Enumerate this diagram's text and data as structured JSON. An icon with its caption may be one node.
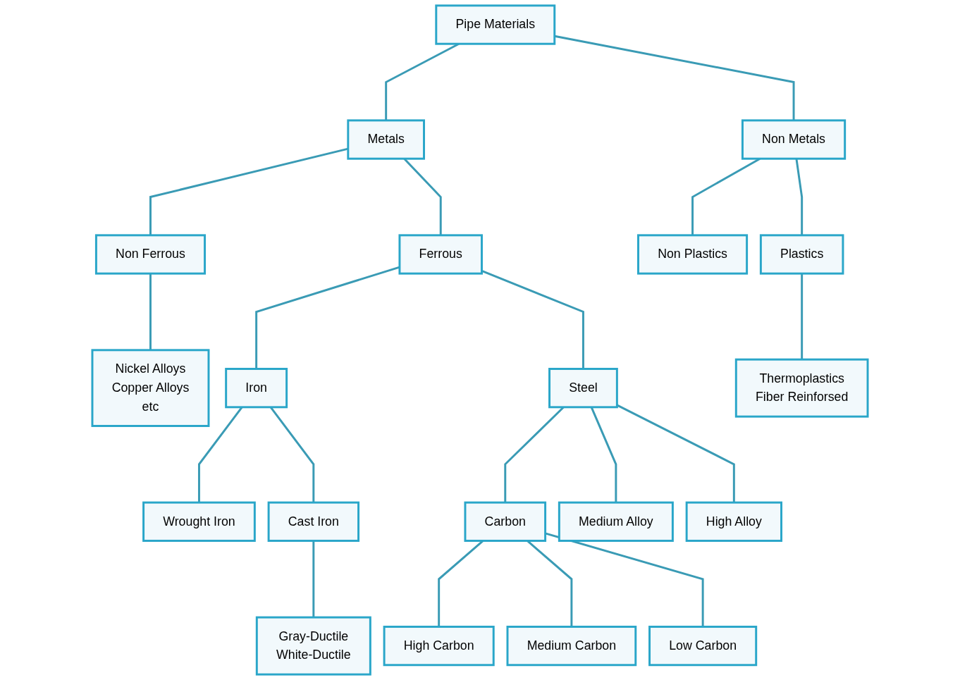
{
  "diagram": {
    "nodes": [
      {
        "text": [
          "Pipe Materials"
        ]
      },
      {
        "text": [
          "Metals"
        ]
      },
      {
        "text": [
          "Non Metals"
        ]
      },
      {
        "text": [
          "Non Ferrous"
        ]
      },
      {
        "text": [
          "Ferrous"
        ]
      },
      {
        "text": [
          "Non Plastics"
        ]
      },
      {
        "text": [
          "Plastics"
        ]
      },
      {
        "text": [
          "Nickel Alloys",
          "Copper Alloys",
          "etc"
        ]
      },
      {
        "text": [
          "Iron"
        ]
      },
      {
        "text": [
          "Steel"
        ]
      },
      {
        "text": [
          "Thermoplastics",
          "Fiber Reinforsed"
        ]
      },
      {
        "text": [
          "Wrought Iron"
        ]
      },
      {
        "text": [
          "Cast Iron"
        ]
      },
      {
        "text": [
          "Carbon"
        ]
      },
      {
        "text": [
          "Medium Alloy"
        ]
      },
      {
        "text": [
          "High Alloy"
        ]
      },
      {
        "text": [
          "Gray-Ductile",
          "White-Ductile"
        ]
      },
      {
        "text": [
          "High Carbon"
        ]
      },
      {
        "text": [
          "Medium Carbon"
        ]
      },
      {
        "text": [
          "Low Carbon"
        ]
      }
    ],
    "edges": [
      {
        "from": 0,
        "to": 1,
        "arrow": "none"
      },
      {
        "from": 0,
        "to": 2,
        "arrow": "none"
      },
      {
        "from": 1,
        "to": 3,
        "arrow": "none"
      },
      {
        "from": 1,
        "to": 4,
        "arrow": "none"
      },
      {
        "from": 2,
        "to": 5,
        "arrow": "none"
      },
      {
        "from": 2,
        "to": 6,
        "arrow": "none"
      },
      {
        "from": 3,
        "to": 7,
        "arrow": "none"
      },
      {
        "from": 4,
        "to": 8,
        "arrow": "none"
      },
      {
        "from": 4,
        "to": 9,
        "arrow": "none"
      },
      {
        "from": 6,
        "to": 10,
        "arrow": "none"
      },
      {
        "from": 8,
        "to": 11,
        "arrow": "none"
      },
      {
        "from": 8,
        "to": 12,
        "arrow": "none"
      },
      {
        "from": 9,
        "to": 13,
        "arrow": "none"
      },
      {
        "from": 9,
        "to": 14,
        "arrow": "none"
      },
      {
        "from": 9,
        "to": 15,
        "arrow": "none"
      },
      {
        "from": 12,
        "to": 16,
        "arrow": "none"
      },
      {
        "from": 13,
        "to": 17,
        "arrow": "none"
      },
      {
        "from": 13,
        "to": 18,
        "arrow": "none"
      },
      {
        "from": 13,
        "to": 19,
        "arrow": "none"
      }
    ]
  }
}
